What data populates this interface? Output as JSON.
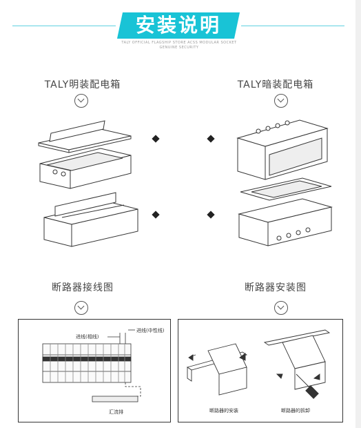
{
  "header": {
    "title": "安装说明",
    "tagline_line1": "TALY OFFICIAL FLAGSHIP STORE ACSS MODULAR SOCKET",
    "tagline_line2": "GENUINE SECURITY"
  },
  "sections": {
    "surface_box": "TALY明装配电箱",
    "flush_box": "TALY暗装配电箱",
    "wiring": "断路器接线图",
    "install": "断路器安装图"
  },
  "wiring_diagram": {
    "in_phase": "进线(相线)",
    "in_neutral": "进线(中性线)",
    "busbar": "汇流排"
  },
  "install_diagram": {
    "mount": "断路器的安装",
    "remove": "断路器的拆卸"
  },
  "colors": {
    "accent": "#19c3d6",
    "line": "#5fd0e0"
  }
}
